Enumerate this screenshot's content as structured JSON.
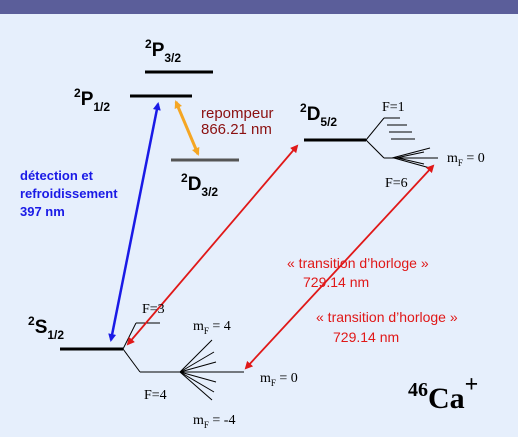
{
  "levels": {
    "p32": {
      "term": "P",
      "mult": "2",
      "j": "3/2"
    },
    "p12": {
      "term": "P",
      "mult": "2",
      "j": "1/2"
    },
    "d32": {
      "term": "D",
      "mult": "2",
      "j": "3/2"
    },
    "d52": {
      "term": "D",
      "mult": "2",
      "j": "5/2"
    },
    "s12": {
      "term": "S",
      "mult": "2",
      "j": "1/2"
    }
  },
  "labels": {
    "repumper_line1": "repompeur",
    "repumper_line2": "866.21 nm",
    "detection_line1": "détection et",
    "detection_line2": "refroidissement",
    "detection_line3": "397 nm",
    "clock1_line1": "« transition d’horloge »",
    "clock1_line2": "729.14  nm",
    "clock2_line1": "« transition d’horloge »",
    "clock2_line2": "729.14 nm",
    "isotope_mass": "46",
    "isotope_symbol": "Ca",
    "isotope_charge": "+"
  },
  "hyperfine": {
    "d_upper": "F=1",
    "d_lower": "F=6",
    "d_mf_zero": "m",
    "d_mf_zero_sub": "F",
    "d_mf_zero_val": " = 0",
    "s_upper": "F=3",
    "s_lower": "F=4",
    "s_mf_top": " = 4",
    "s_mf_mid": " = 0",
    "s_mf_bottom": " = -4",
    "mf_letter": "m",
    "mf_sub": "F"
  },
  "colors": {
    "background": "#e6effc",
    "topbar": "#5b5e9a",
    "detection": "#1a1ae6",
    "repumper_arrow": "#f5a623",
    "repumper_text": "#8b1010",
    "clock": "#e01818",
    "level": "#000000",
    "d32_level": "#555555"
  }
}
